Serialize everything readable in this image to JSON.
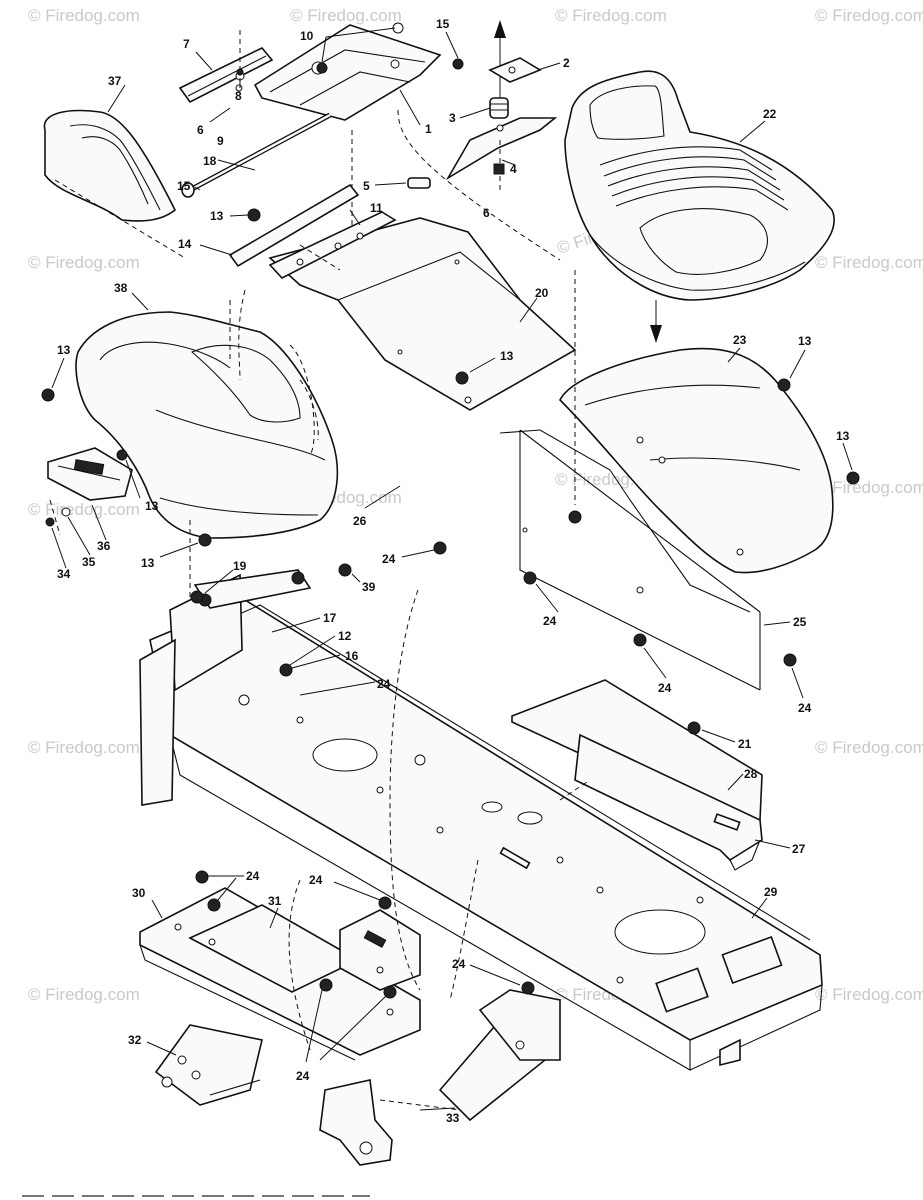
{
  "watermark": {
    "text": "© Firedog.com"
  },
  "callouts": [
    {
      "id": "c7",
      "text": "7"
    },
    {
      "id": "c10",
      "text": "10"
    },
    {
      "id": "c15a",
      "text": "15"
    },
    {
      "id": "c2",
      "text": "2"
    },
    {
      "id": "c37",
      "text": "37"
    },
    {
      "id": "c8",
      "text": "8"
    },
    {
      "id": "c3",
      "text": "3"
    },
    {
      "id": "c6",
      "text": "6"
    },
    {
      "id": "c9",
      "text": "9"
    },
    {
      "id": "c1",
      "text": "1"
    },
    {
      "id": "c22",
      "text": "22"
    },
    {
      "id": "c18",
      "text": "18"
    },
    {
      "id": "c4",
      "text": "4"
    },
    {
      "id": "c5",
      "text": "5"
    },
    {
      "id": "c15b",
      "text": "15"
    },
    {
      "id": "c6b",
      "text": "6"
    },
    {
      "id": "c13a",
      "text": "13"
    },
    {
      "id": "c11",
      "text": "11"
    },
    {
      "id": "c14",
      "text": "14"
    },
    {
      "id": "c38",
      "text": "38"
    },
    {
      "id": "c20",
      "text": "20"
    },
    {
      "id": "c13b",
      "text": "13"
    },
    {
      "id": "c13c",
      "text": "13"
    },
    {
      "id": "c23",
      "text": "23"
    },
    {
      "id": "c13d",
      "text": "13"
    },
    {
      "id": "c13e",
      "text": "13"
    },
    {
      "id": "c13f",
      "text": "13"
    },
    {
      "id": "c26",
      "text": "26"
    },
    {
      "id": "c36",
      "text": "36"
    },
    {
      "id": "c35",
      "text": "35"
    },
    {
      "id": "c34",
      "text": "34"
    },
    {
      "id": "c13g",
      "text": "13"
    },
    {
      "id": "c24a",
      "text": "24"
    },
    {
      "id": "c19",
      "text": "19"
    },
    {
      "id": "c39",
      "text": "39"
    },
    {
      "id": "c17",
      "text": "17"
    },
    {
      "id": "c12",
      "text": "12"
    },
    {
      "id": "c24b",
      "text": "24"
    },
    {
      "id": "c16",
      "text": "16"
    },
    {
      "id": "c24c",
      "text": "24"
    },
    {
      "id": "c25",
      "text": "25"
    },
    {
      "id": "c24d",
      "text": "24"
    },
    {
      "id": "c24e",
      "text": "24"
    },
    {
      "id": "c21",
      "text": "21"
    },
    {
      "id": "c28",
      "text": "28"
    },
    {
      "id": "c27",
      "text": "27"
    },
    {
      "id": "c24f",
      "text": "24"
    },
    {
      "id": "c24g",
      "text": "24"
    },
    {
      "id": "c30",
      "text": "30"
    },
    {
      "id": "c31",
      "text": "31"
    },
    {
      "id": "c29",
      "text": "29"
    },
    {
      "id": "c24h",
      "text": "24"
    },
    {
      "id": "c32",
      "text": "32"
    },
    {
      "id": "c24i",
      "text": "24"
    },
    {
      "id": "c33",
      "text": "33"
    }
  ]
}
